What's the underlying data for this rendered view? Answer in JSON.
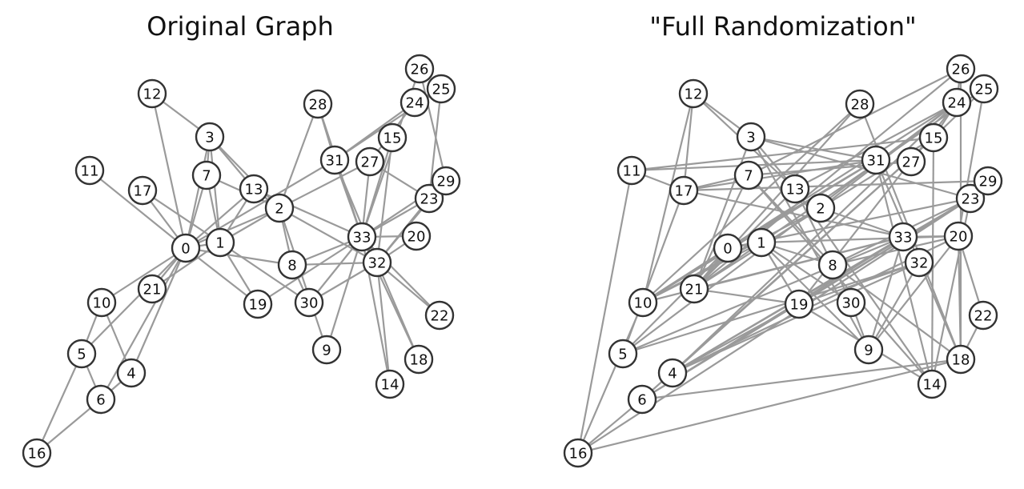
{
  "panels": [
    {
      "id": "left",
      "title": "Original Graph",
      "edges": [
        [
          0,
          1
        ],
        [
          0,
          2
        ],
        [
          0,
          3
        ],
        [
          0,
          4
        ],
        [
          0,
          5
        ],
        [
          0,
          6
        ],
        [
          0,
          7
        ],
        [
          0,
          8
        ],
        [
          0,
          10
        ],
        [
          0,
          11
        ],
        [
          0,
          12
        ],
        [
          0,
          13
        ],
        [
          0,
          17
        ],
        [
          0,
          19
        ],
        [
          0,
          21
        ],
        [
          0,
          31
        ],
        [
          1,
          2
        ],
        [
          1,
          3
        ],
        [
          1,
          7
        ],
        [
          1,
          13
        ],
        [
          1,
          17
        ],
        [
          1,
          19
        ],
        [
          1,
          21
        ],
        [
          1,
          30
        ],
        [
          2,
          3
        ],
        [
          2,
          7
        ],
        [
          2,
          8
        ],
        [
          2,
          9
        ],
        [
          2,
          13
        ],
        [
          2,
          27
        ],
        [
          2,
          28
        ],
        [
          2,
          32
        ],
        [
          3,
          7
        ],
        [
          3,
          12
        ],
        [
          3,
          13
        ],
        [
          4,
          6
        ],
        [
          4,
          10
        ],
        [
          5,
          6
        ],
        [
          5,
          10
        ],
        [
          5,
          16
        ],
        [
          6,
          16
        ],
        [
          8,
          30
        ],
        [
          8,
          32
        ],
        [
          8,
          33
        ],
        [
          9,
          33
        ],
        [
          13,
          33
        ],
        [
          14,
          32
        ],
        [
          14,
          33
        ],
        [
          15,
          32
        ],
        [
          15,
          33
        ],
        [
          18,
          32
        ],
        [
          18,
          33
        ],
        [
          19,
          33
        ],
        [
          20,
          32
        ],
        [
          20,
          33
        ],
        [
          22,
          32
        ],
        [
          22,
          33
        ],
        [
          23,
          25
        ],
        [
          23,
          27
        ],
        [
          23,
          29
        ],
        [
          23,
          32
        ],
        [
          23,
          33
        ],
        [
          24,
          25
        ],
        [
          24,
          27
        ],
        [
          24,
          31
        ],
        [
          25,
          31
        ],
        [
          26,
          29
        ],
        [
          26,
          33
        ],
        [
          27,
          33
        ],
        [
          28,
          31
        ],
        [
          28,
          33
        ],
        [
          29,
          32
        ],
        [
          29,
          33
        ],
        [
          30,
          32
        ],
        [
          30,
          33
        ],
        [
          31,
          32
        ],
        [
          31,
          33
        ],
        [
          32,
          33
        ]
      ],
      "nodes": [
        "0",
        "1",
        "2",
        "3",
        "4",
        "5",
        "6",
        "7",
        "8",
        "9",
        "10",
        "11",
        "12",
        "13",
        "14",
        "15",
        "16",
        "17",
        "18",
        "19",
        "20",
        "21",
        "22",
        "23",
        "24",
        "25",
        "26",
        "27",
        "28",
        "29",
        "30",
        "31",
        "32",
        "33"
      ]
    },
    {
      "id": "right",
      "title": "\"Full Randomization\"",
      "edges": [
        [
          0,
          1
        ],
        [
          0,
          10
        ],
        [
          0,
          21
        ],
        [
          0,
          23
        ],
        [
          0,
          31
        ],
        [
          0,
          5
        ],
        [
          1,
          8
        ],
        [
          1,
          10
        ],
        [
          1,
          19
        ],
        [
          1,
          30
        ],
        [
          1,
          20
        ],
        [
          1,
          9
        ],
        [
          2,
          10
        ],
        [
          2,
          21
        ],
        [
          2,
          33
        ],
        [
          2,
          24
        ],
        [
          2,
          15
        ],
        [
          3,
          12
        ],
        [
          3,
          13
        ],
        [
          3,
          21
        ],
        [
          3,
          23
        ],
        [
          3,
          31
        ],
        [
          3,
          9
        ],
        [
          4,
          19
        ],
        [
          4,
          23
        ],
        [
          4,
          32
        ],
        [
          4,
          33
        ],
        [
          4,
          24
        ],
        [
          4,
          20
        ],
        [
          4,
          15
        ],
        [
          5,
          24
        ],
        [
          5,
          33
        ],
        [
          5,
          17
        ],
        [
          5,
          32
        ],
        [
          6,
          16
        ],
        [
          6,
          18
        ],
        [
          6,
          23
        ],
        [
          6,
          33
        ],
        [
          6,
          15
        ],
        [
          7,
          17
        ],
        [
          7,
          21
        ],
        [
          7,
          27
        ],
        [
          7,
          26
        ],
        [
          7,
          8
        ],
        [
          7,
          14
        ],
        [
          8,
          30
        ],
        [
          8,
          23
        ],
        [
          8,
          18
        ],
        [
          8,
          13
        ],
        [
          9,
          30
        ],
        [
          9,
          33
        ],
        [
          9,
          20
        ],
        [
          9,
          32
        ],
        [
          10,
          12
        ],
        [
          10,
          24
        ],
        [
          10,
          33
        ],
        [
          10,
          28
        ],
        [
          10,
          31
        ],
        [
          11,
          17
        ],
        [
          11,
          16
        ],
        [
          11,
          15
        ],
        [
          11,
          31
        ],
        [
          12,
          17
        ],
        [
          12,
          13
        ],
        [
          13,
          14
        ],
        [
          13,
          21
        ],
        [
          13,
          24
        ],
        [
          14,
          15
        ],
        [
          14,
          23
        ],
        [
          14,
          19
        ],
        [
          14,
          31
        ],
        [
          16,
          18
        ],
        [
          16,
          10
        ],
        [
          16,
          23
        ],
        [
          17,
          31
        ],
        [
          17,
          29
        ],
        [
          17,
          33
        ],
        [
          18,
          31
        ],
        [
          18,
          20
        ],
        [
          18,
          22
        ],
        [
          18,
          28
        ],
        [
          19,
          21
        ],
        [
          19,
          23
        ],
        [
          19,
          24
        ],
        [
          19,
          32
        ],
        [
          20,
          22
        ],
        [
          20,
          25
        ],
        [
          20,
          33
        ],
        [
          20,
          8
        ],
        [
          21,
          26
        ],
        [
          21,
          28
        ],
        [
          21,
          33
        ],
        [
          21,
          25
        ],
        [
          24,
          26
        ],
        [
          24,
          15
        ],
        [
          25,
          15
        ],
        [
          26,
          18
        ]
      ],
      "nodes": [
        "0",
        "1",
        "2",
        "3",
        "4",
        "5",
        "6",
        "7",
        "8",
        "9",
        "10",
        "11",
        "12",
        "13",
        "14",
        "15",
        "16",
        "17",
        "18",
        "19",
        "20",
        "21",
        "22",
        "23",
        "24",
        "25",
        "26",
        "27",
        "28",
        "29",
        "30",
        "31",
        "32",
        "33"
      ]
    }
  ]
}
